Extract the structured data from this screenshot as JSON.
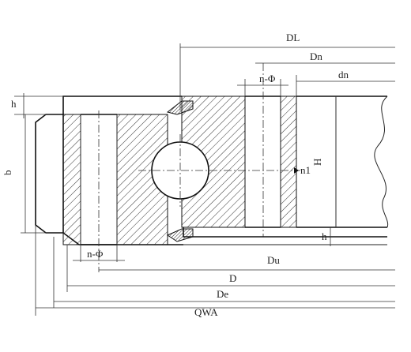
{
  "drawing": {
    "labels": {
      "DL": "DL",
      "Dn": "Dn",
      "dn": "dn",
      "n_phi_top": "n-Φ",
      "h_top": "h",
      "b": "b",
      "n1": "n1",
      "H": "H",
      "h_right": "h",
      "n_phi_bottom": "n-Φ",
      "Du": "Du",
      "D": "D",
      "De": "De",
      "QWA": "QWA"
    }
  }
}
